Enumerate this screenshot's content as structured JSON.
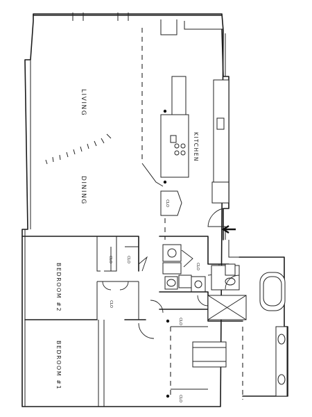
{
  "rooms": {
    "living": "LIVING",
    "dining": "DINING",
    "kitchen": "KITCHEN",
    "bedroom_2": "BEDROOM #2",
    "bedroom_1": "BEDROOM #1"
  },
  "closet_label": "CLO",
  "colors": {
    "ink": "#1a1a1a",
    "paper": "#ffffff"
  }
}
